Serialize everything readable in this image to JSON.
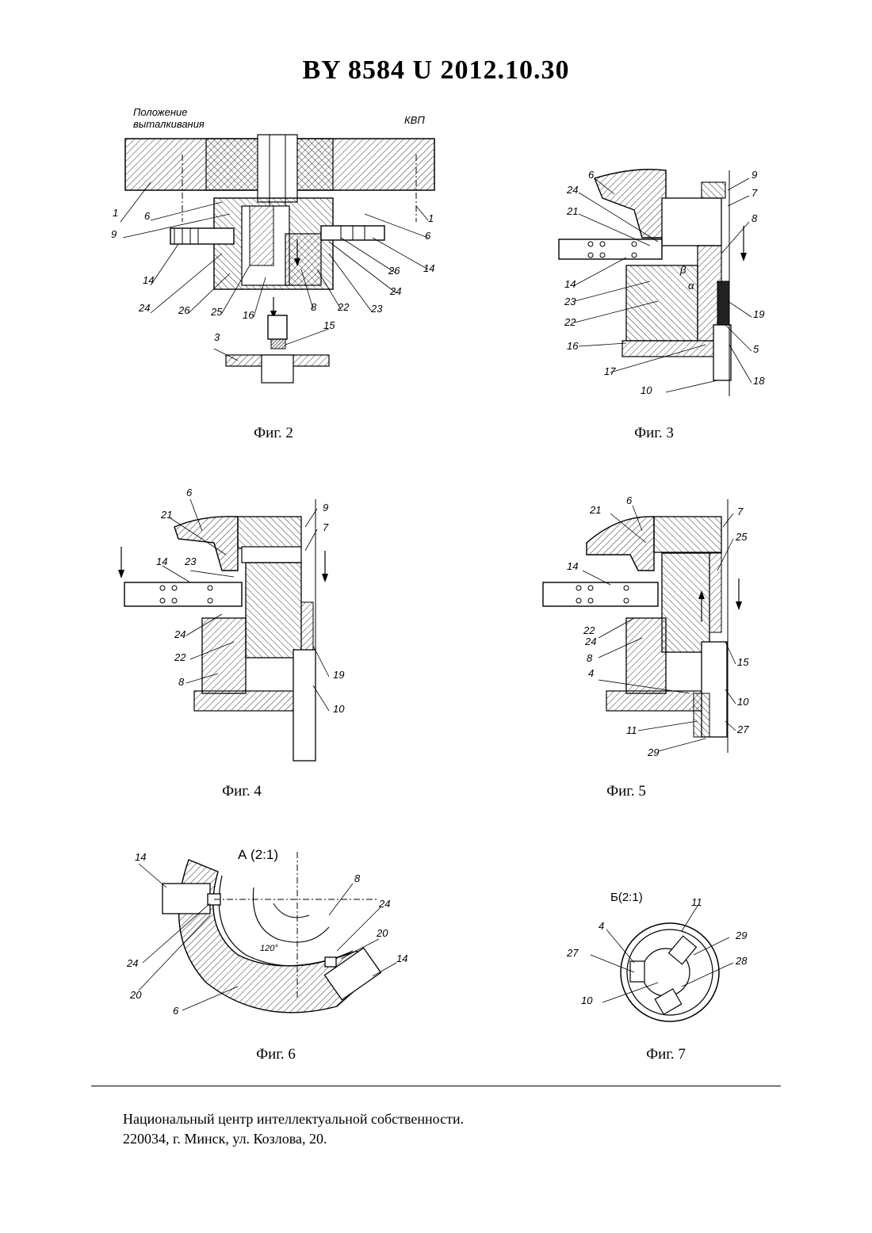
{
  "header": {
    "title": "BY  8584  U  2012.10.30"
  },
  "fig2": {
    "caption": "Фиг. 2",
    "note_line1": "Положение",
    "note_line2": "выталкивания",
    "note_right": "КВП",
    "labels": [
      "1",
      "6",
      "9",
      "14",
      "24",
      "26",
      "25",
      "16",
      "8",
      "22",
      "23",
      "24",
      "26",
      "14",
      "6",
      "1",
      "3",
      "15"
    ]
  },
  "fig3": {
    "caption": "Фиг. 3",
    "labels": [
      "6",
      "24",
      "21",
      "14",
      "23",
      "22",
      "16",
      "17",
      "10",
      "9",
      "7",
      "8",
      "19",
      "5",
      "18",
      "β",
      "α"
    ]
  },
  "fig4": {
    "caption": "Фиг. 4",
    "labels": [
      "6",
      "21",
      "14",
      "23",
      "24",
      "22",
      "8",
      "9",
      "7",
      "19",
      "10"
    ]
  },
  "fig5": {
    "caption": "Фиг. 5",
    "labels": [
      "21",
      "6",
      "14",
      "22",
      "24",
      "8",
      "4",
      "11",
      "29",
      "7",
      "25",
      "15",
      "10",
      "27"
    ]
  },
  "fig6": {
    "caption": "Фиг. 6",
    "view_label": "А (2:1)",
    "angle_label": "120°",
    "labels": [
      "14",
      "24",
      "20",
      "6",
      "8",
      "24",
      "20",
      "14"
    ]
  },
  "fig7": {
    "caption": "Фиг. 7",
    "view_label": "Б(2:1)",
    "labels": [
      "11",
      "4",
      "29",
      "27",
      "28",
      "10"
    ]
  },
  "footer": {
    "line1": "Национальный центр интеллектуальной собственности.",
    "line2": "220034, г. Минск, ул. Козлова, 20."
  }
}
